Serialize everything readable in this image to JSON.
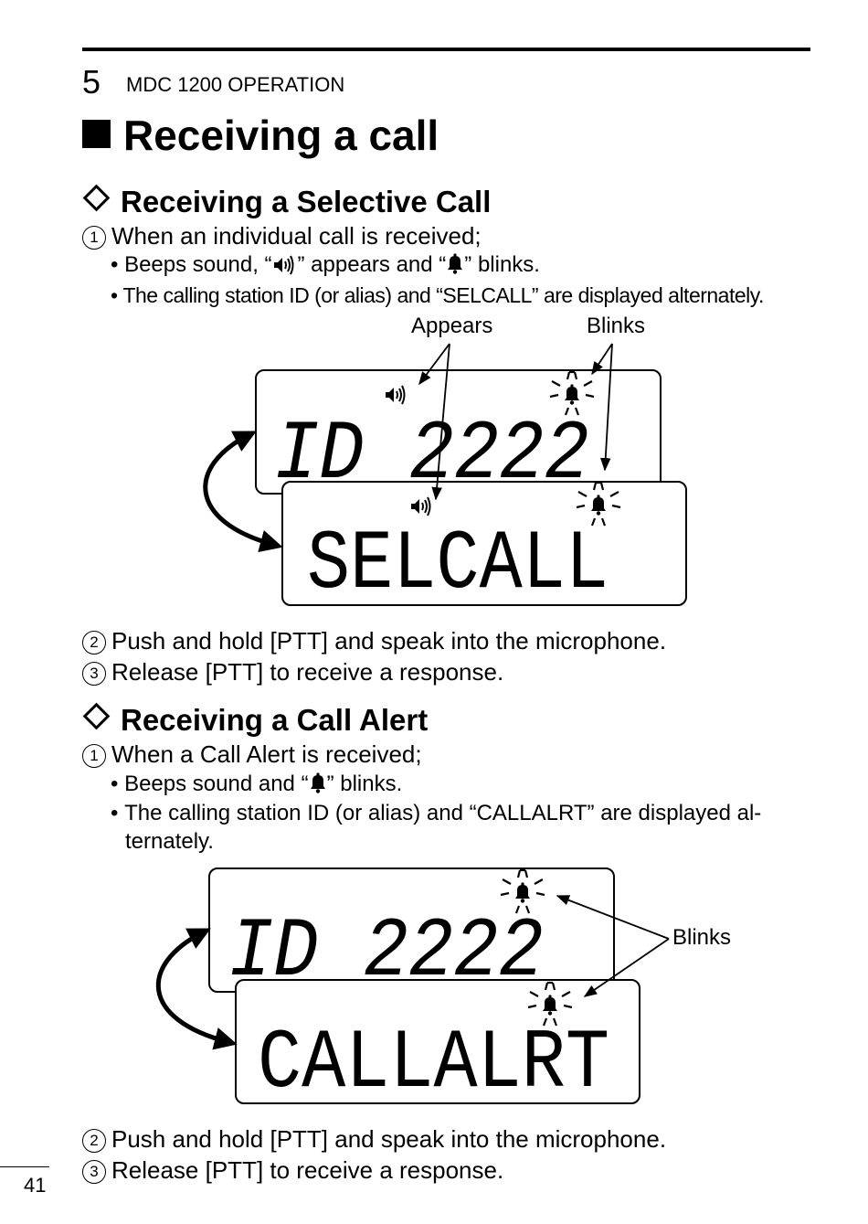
{
  "header": {
    "chapter_number": "5",
    "chapter_title": "MDC 1200 OPERATION"
  },
  "section_title": "Receiving a call",
  "selective_call": {
    "title": "Receiving a Selective Call",
    "step1": {
      "num": "1",
      "text": "When an individual call is received;"
    },
    "bullet1": {
      "pre": "Beeps sound, “",
      "mid": "” appears and “",
      "post": "” blinks."
    },
    "bullet2": "The calling station ID (or alias) and “SELCALL” are displayed alternately.",
    "callout_appears": "Appears",
    "callout_blinks": "Blinks",
    "lcd_back_text": "ID 2222",
    "lcd_front_text": "SELCALL",
    "step2": {
      "num": "2",
      "text": "Push and hold [PTT] and speak into the microphone."
    },
    "step3": {
      "num": "3",
      "text": "Release [PTT] to receive a response."
    }
  },
  "call_alert": {
    "title": "Receiving a Call Alert",
    "step1": {
      "num": "1",
      "text": "When a Call Alert is received;"
    },
    "bullet1": {
      "pre": "Beeps sound and “",
      "post": "” blinks."
    },
    "bullet2_line1": "The calling station ID (or alias) and “CALLALRT” are displayed al-",
    "bullet2_line2": "ternately.",
    "callout_blinks": "Blinks",
    "lcd_back_text": "ID 2222",
    "lcd_front_text": "CALLALRT",
    "step2": {
      "num": "2",
      "text": "Push and hold [PTT] and speak into the microphone."
    },
    "step3": {
      "num": "3",
      "text": "Release [PTT] to receive a response."
    }
  },
  "icons": {
    "speaker": "speaker-icon",
    "bell": "bell-icon"
  },
  "page_number": "41"
}
